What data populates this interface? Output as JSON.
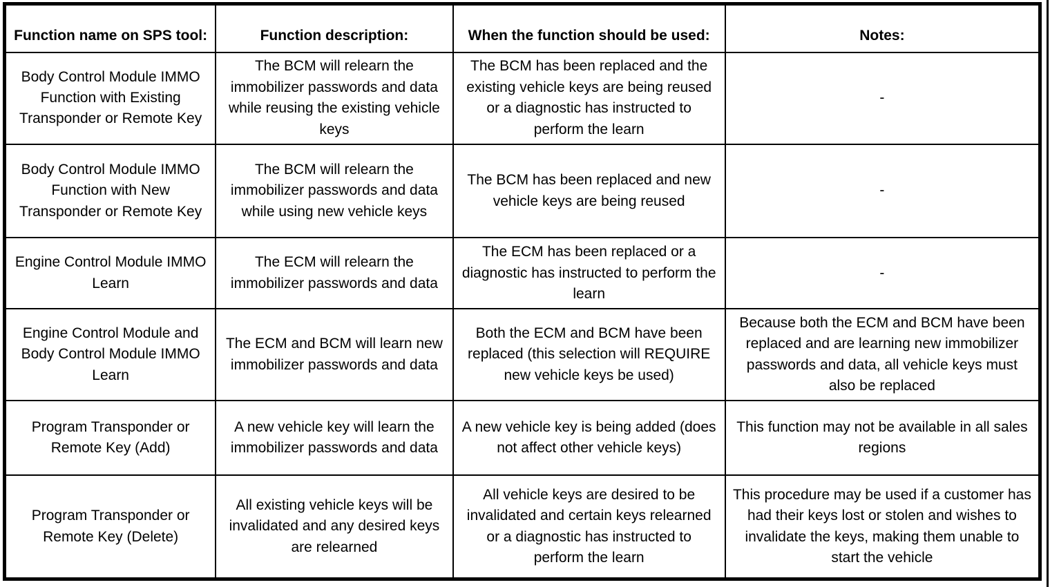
{
  "table": {
    "headers": [
      "Function name on SPS tool:",
      "Function description:",
      "When the function should be used:",
      "Notes:"
    ],
    "rows": [
      {
        "name": "Body Control Module IMMO Function with Existing Transponder or Remote Key",
        "description": "The BCM will relearn the immobilizer passwords and data while reusing the existing vehicle keys",
        "when_used": "The BCM has been replaced and the existing vehicle keys are being reused or a diagnostic has instructed to perform the learn",
        "notes": "-"
      },
      {
        "name": "Body Control Module IMMO Function with New Transponder or Remote Key",
        "description": "The BCM will relearn the immobilizer passwords and data while using new vehicle keys",
        "when_used": "The BCM has been replaced and new vehicle keys are being reused",
        "notes": "-"
      },
      {
        "name": "Engine Control Module IMMO Learn",
        "description": "The ECM will relearn the immobilizer passwords and data",
        "when_used": "The ECM has been replaced or a diagnostic has instructed to perform the learn",
        "notes": "-"
      },
      {
        "name": "Engine Control Module and Body Control Module IMMO Learn",
        "description": "The ECM and BCM will learn new immobilizer passwords and data",
        "when_used": "Both the ECM and BCM have been replaced (this selection will REQUIRE new vehicle keys be used)",
        "notes": "Because both the ECM and BCM have been replaced and are learning new immobilizer passwords and data, all vehicle keys must also be replaced"
      },
      {
        "name": "Program Transponder or Remote Key (Add)",
        "description": "A new vehicle key will learn the immobilizer passwords and data",
        "when_used": "A new vehicle key is being added (does not affect other vehicle keys)",
        "notes": "This function may not be available in all sales regions"
      },
      {
        "name": "Program Transponder or Remote Key (Delete)",
        "description": "All existing vehicle keys will be invalidated and any desired keys are relearned",
        "when_used": "All vehicle keys are desired to be invalidated and certain keys relearned or a diagnostic has instructed to perform the learn",
        "notes": "This procedure may be used if a customer has had their keys lost or stolen and wishes to invalidate the keys, making them unable to start the vehicle"
      }
    ]
  }
}
